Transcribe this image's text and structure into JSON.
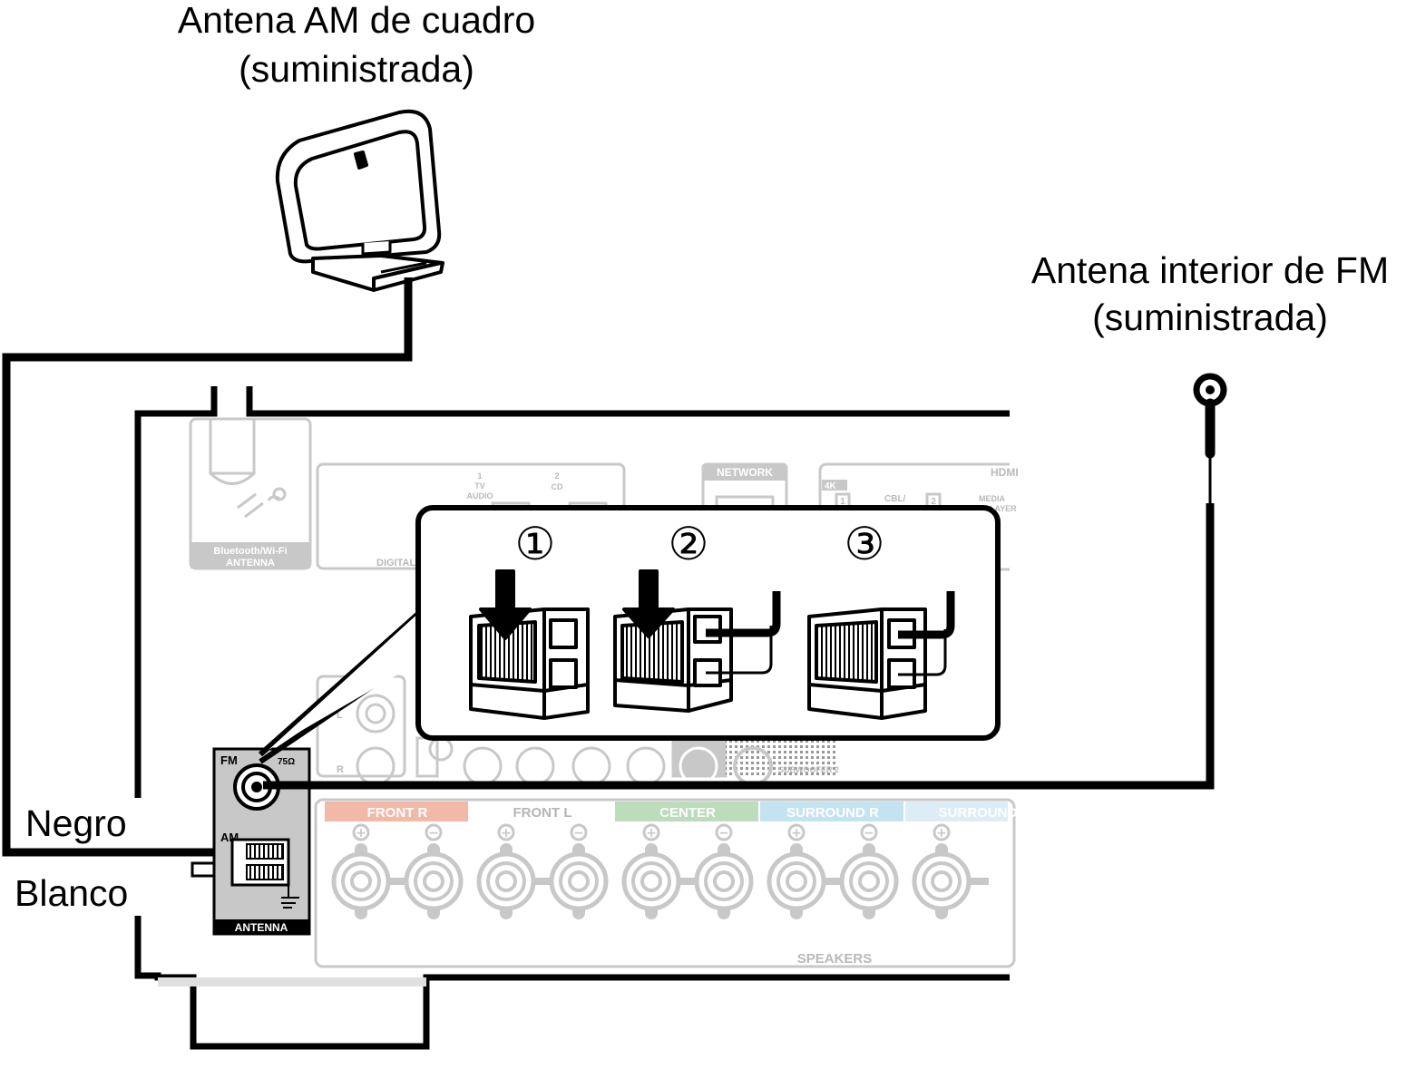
{
  "labels": {
    "am_antenna_line1": "Antena AM de cuadro",
    "am_antenna_line2": "(suministrada)",
    "fm_antenna_line1": "Antena interior de FM",
    "fm_antenna_line2": "(suministrada)",
    "wire_black": "Negro",
    "wire_white": "Blanco"
  },
  "steps": [
    "①",
    "②",
    "③"
  ],
  "antenna_panel": {
    "fm": "FM",
    "impedance": "75Ω",
    "am": "AM",
    "title": "ANTENNA"
  },
  "rear_panel": {
    "bt_wifi_line1": "Bluetooth/Wi-Fi",
    "bt_wifi_line2": "ANTENNA",
    "digital": "DIGITAL",
    "tv_audio_num": "1",
    "tv_audio_line1": "TV",
    "tv_audio_line2": "AUDIO",
    "cd_num": "2",
    "cd": "CD",
    "network": "NETWORK",
    "hdmi": "HDMI",
    "k4": "4K",
    "hdmi_in1": "1",
    "cbl": "CBL/",
    "hdmi_in2": "2",
    "media_line1": "MEDIA",
    "media_line2": "PLAYER",
    "subwoofer2": "SUBWOOFER 2",
    "audio_l": "L",
    "audio_r": "R",
    "speakers": "SPEAKERS"
  },
  "speaker_groups": [
    {
      "label": "FRONT",
      "side": "R",
      "color": "#f2b8a8"
    },
    {
      "label": "FRONT",
      "side": "L",
      "color": "#ffffff"
    },
    {
      "label": "CENTER",
      "side": "",
      "color": "#bcdcbc"
    },
    {
      "label": "SURROUND",
      "side": "R",
      "color": "#c4e3f0"
    },
    {
      "label": "SURROUND",
      "side": "",
      "color": "#dcedf5"
    }
  ],
  "terminal_signs": {
    "plus": "+",
    "minus": "−"
  },
  "colors": {
    "line": "#000000",
    "panel_gray": "#c8c8c8",
    "light_gray": "#d9d9d9"
  }
}
